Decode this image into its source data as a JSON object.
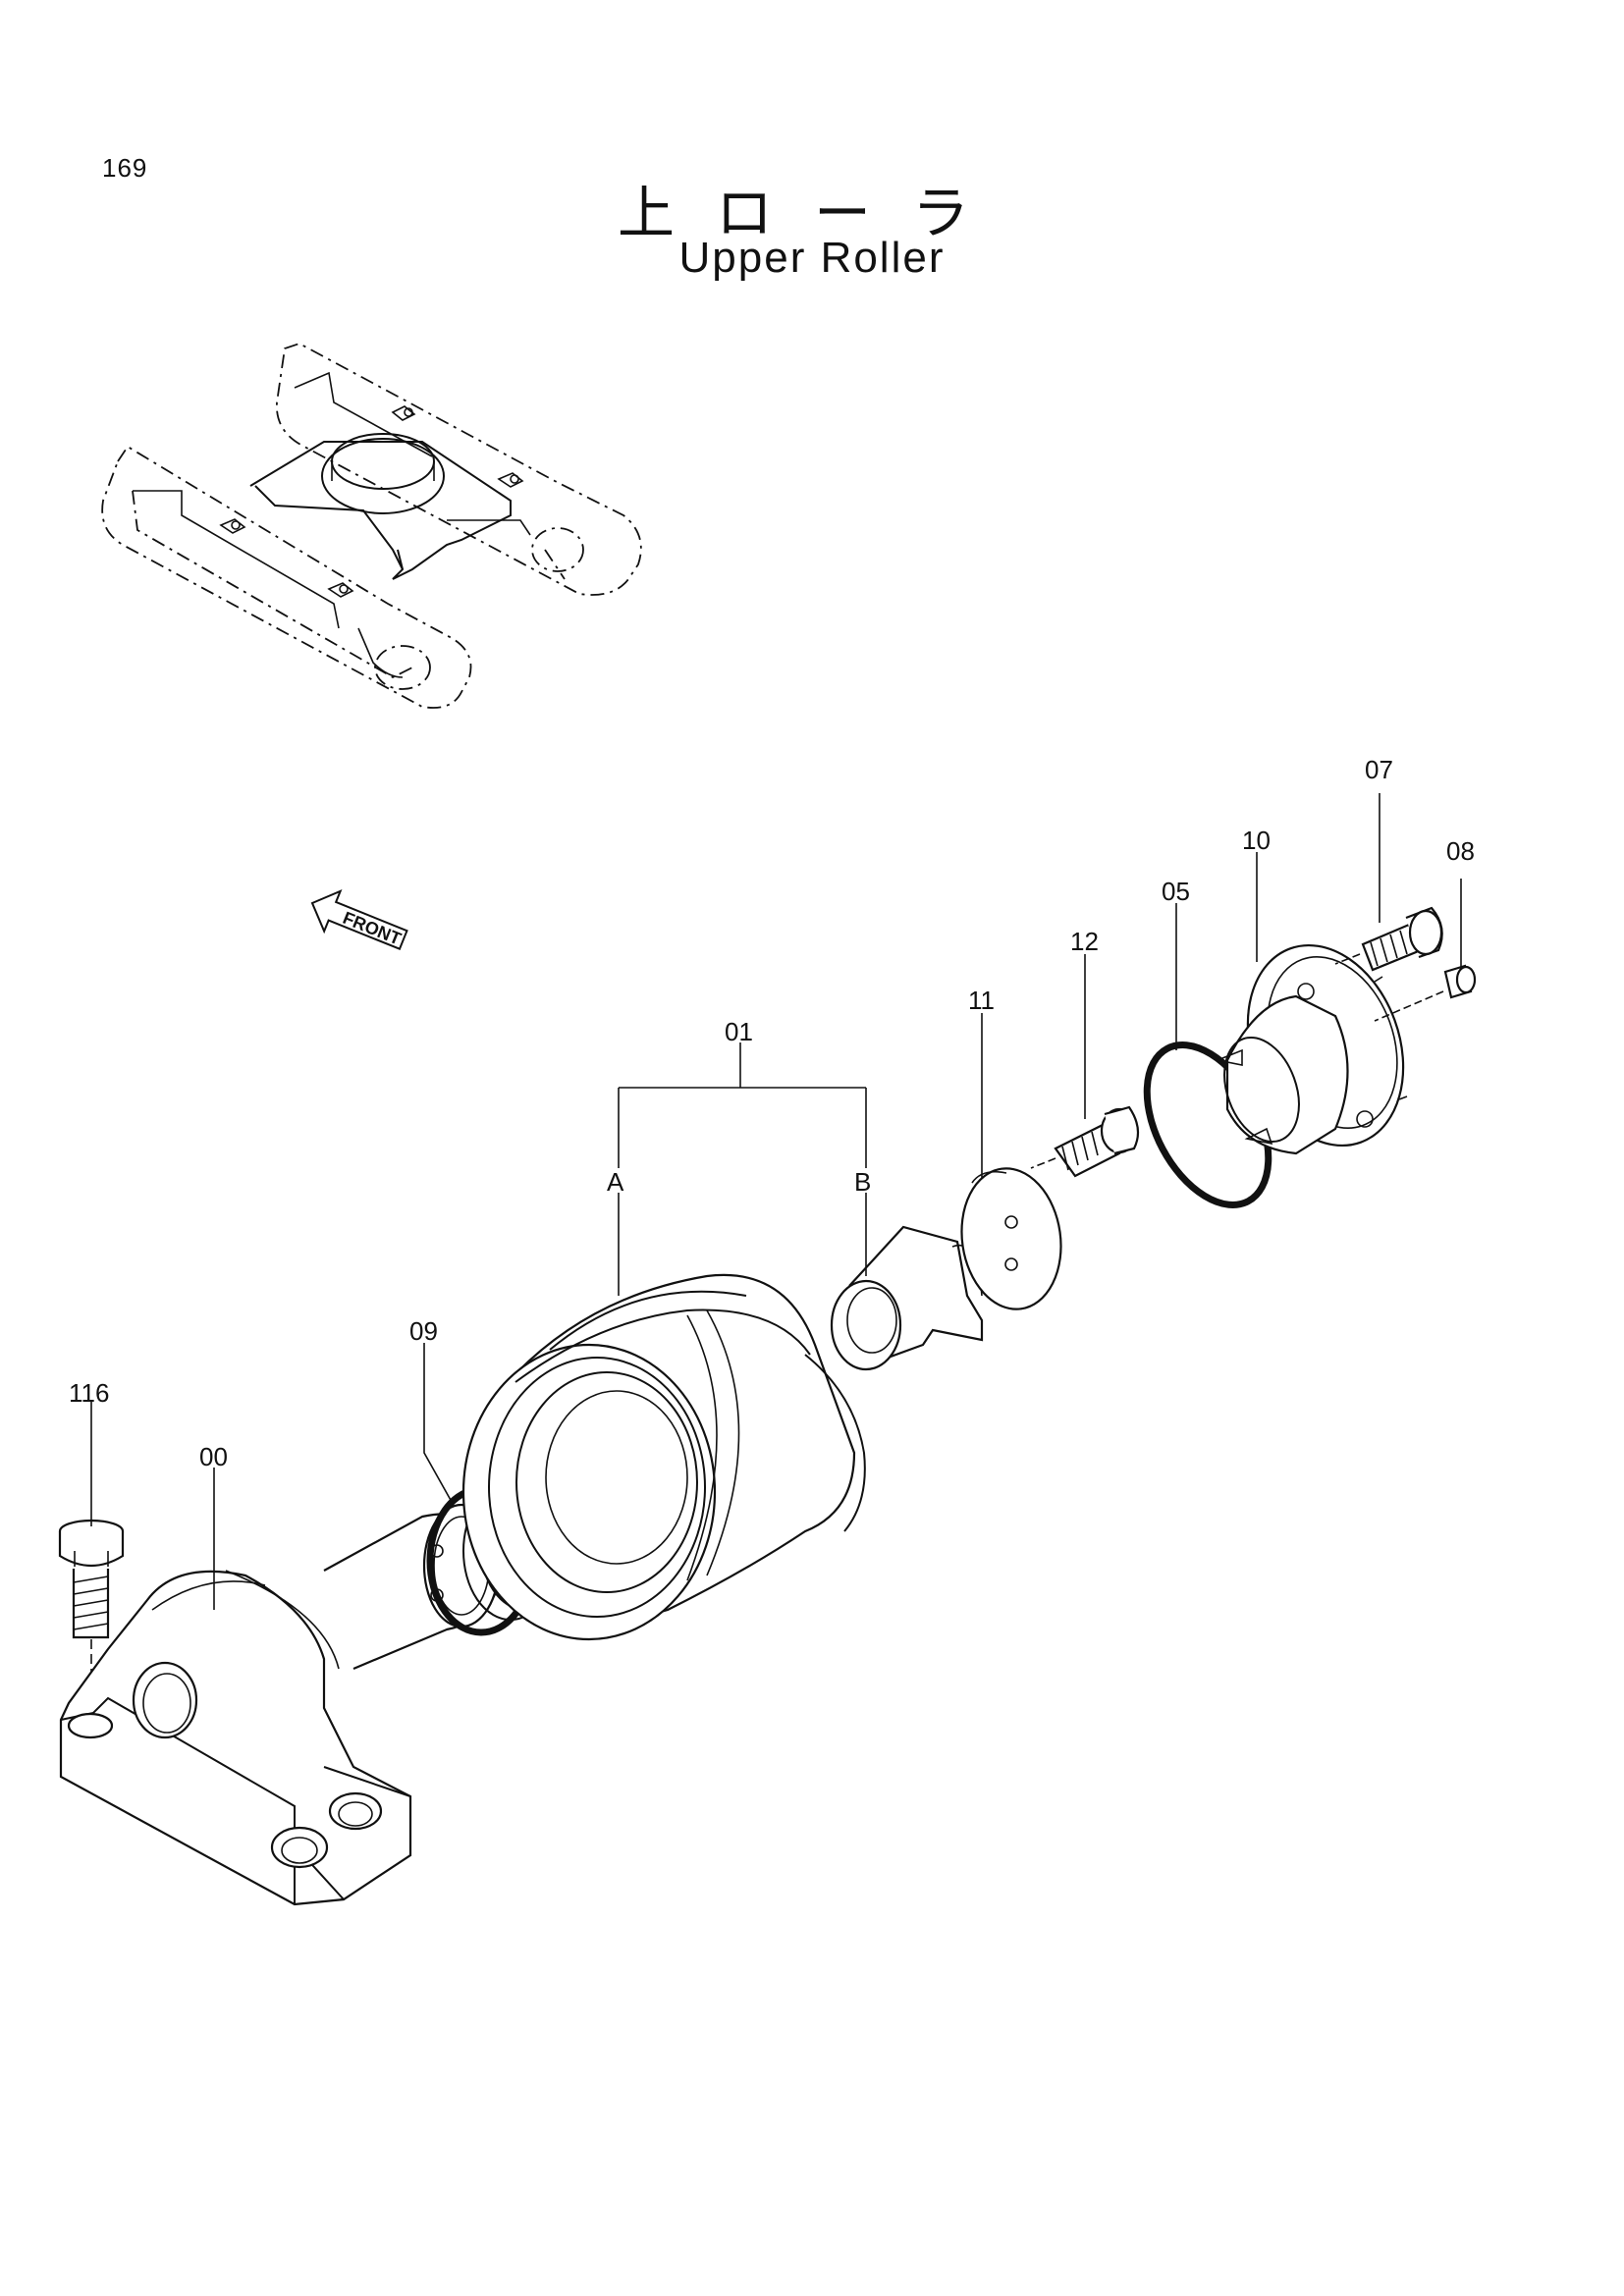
{
  "page_number": "169",
  "title_jp": "上ローラ",
  "title_en": "Upper Roller",
  "front_label": "FRONT",
  "callouts": {
    "p116": "116",
    "p00": "00",
    "p09": "09",
    "p01": "01",
    "pA": "A",
    "pB": "B",
    "p11": "11",
    "p12": "12",
    "p05": "05",
    "p10": "10",
    "p07": "07",
    "p08": "08"
  }
}
